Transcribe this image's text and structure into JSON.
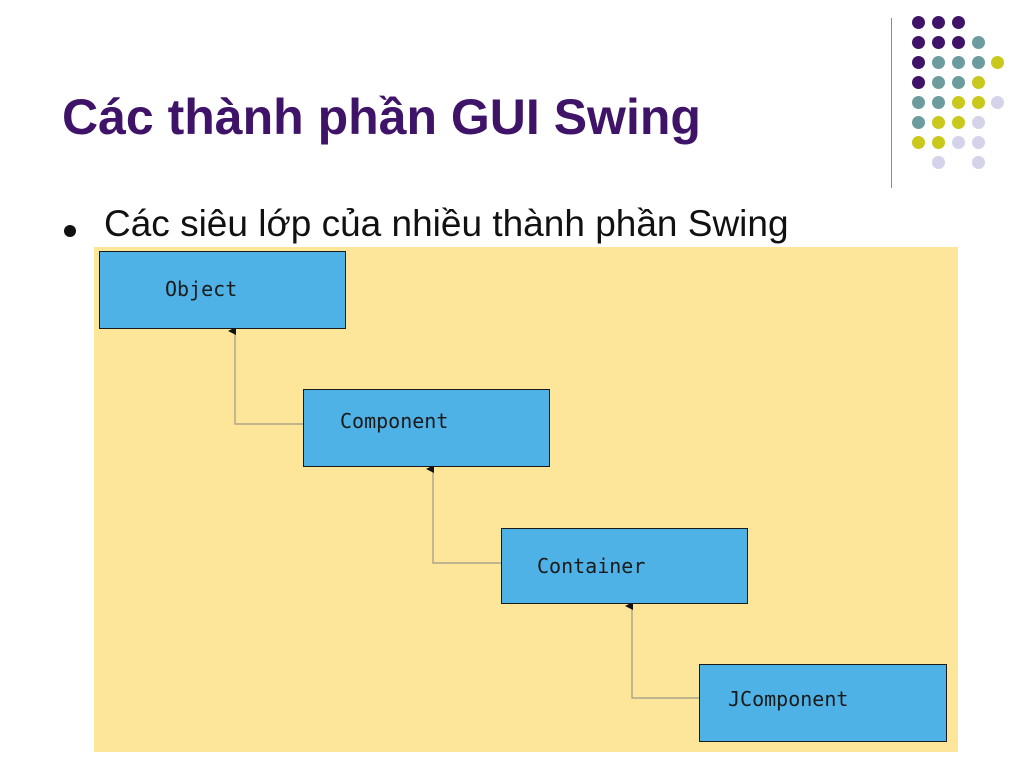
{
  "slide": {
    "title": "Các thành phần GUI Swing",
    "bullet": "Các siêu lớp của nhiều thành phần Swing"
  },
  "diagram": {
    "background_color": "#fde59a",
    "box_color": "#4fb2e6",
    "classes": [
      {
        "name": "Object"
      },
      {
        "name": "Component",
        "extends": "Object"
      },
      {
        "name": "Container",
        "extends": "Component"
      },
      {
        "name": "JComponent",
        "extends": "Container"
      }
    ]
  },
  "decoration": {
    "dot_colors": {
      "purple": "#3f1468",
      "teal": "#6d9c9e",
      "yellow": "#c9c81c",
      "lavender": "#d4d3ea"
    }
  }
}
